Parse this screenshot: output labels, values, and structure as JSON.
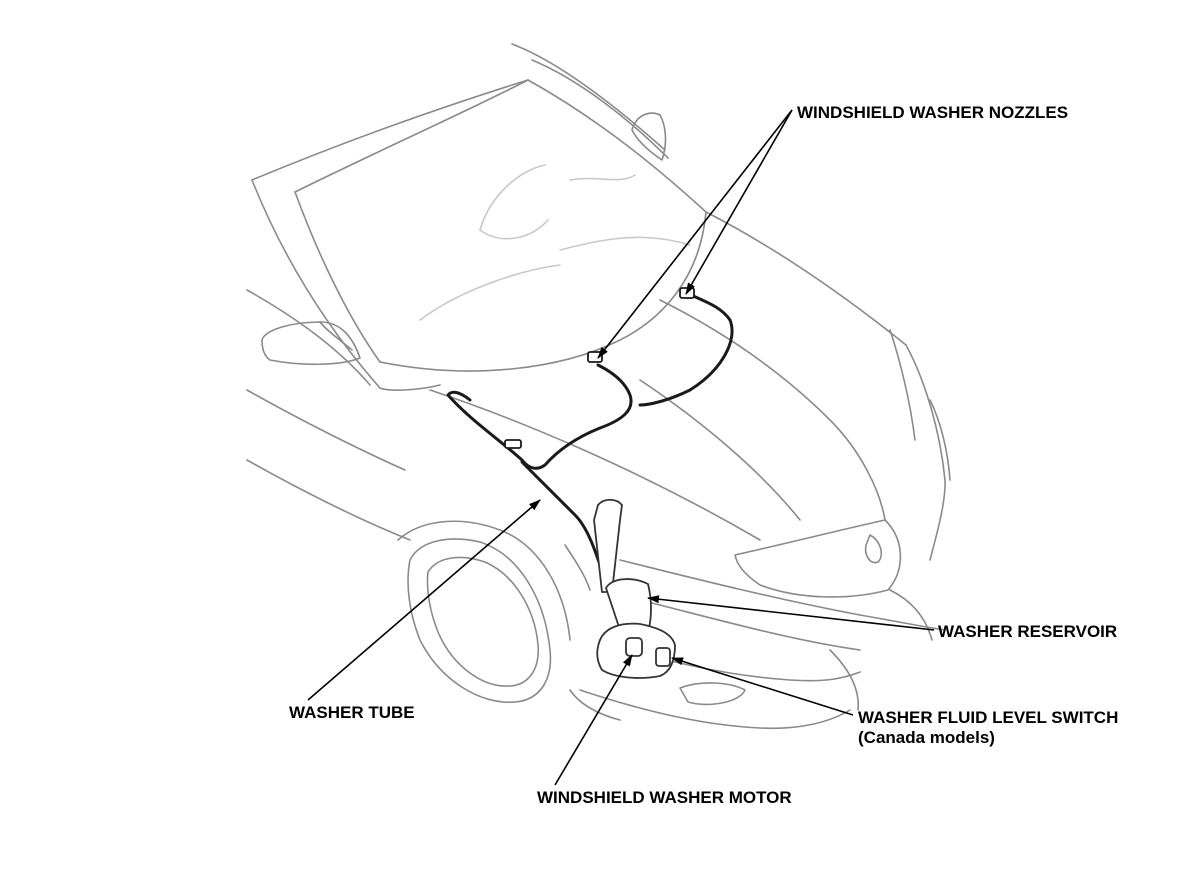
{
  "diagram": {
    "labels": {
      "washer_nozzles": "WINDSHIELD WASHER NOZZLES",
      "washer_reservoir": "WASHER RESERVOIR",
      "fluid_level_switch": "WASHER FLUID LEVEL SWITCH",
      "fluid_level_switch_note": "(Canada models)",
      "washer_tube": "WASHER TUBE",
      "washer_motor": "WINDSHIELD WASHER MOTOR"
    },
    "colors": {
      "car_outline": "#8a8a8a",
      "tube": "#1a1a1a",
      "leader": "#000000"
    }
  }
}
